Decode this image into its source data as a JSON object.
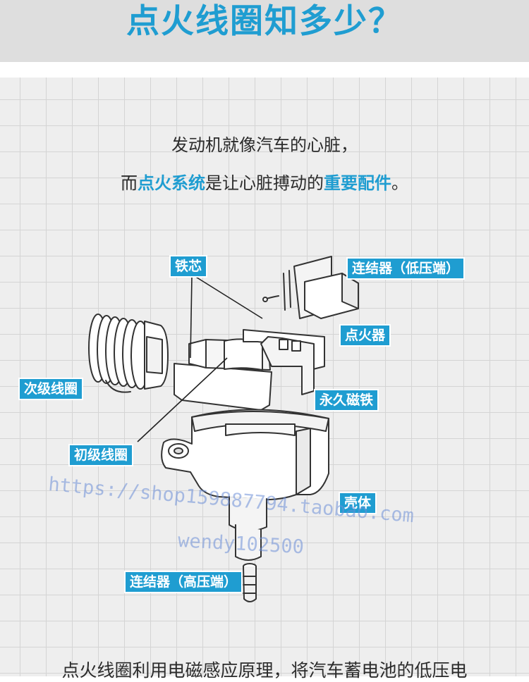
{
  "header": {
    "title": "点火线圈知多少？"
  },
  "intro": {
    "line1": "发动机就像汽车的心脏，",
    "line2_prefix": "而",
    "line2_highlight1": "点火系统",
    "line2_middle": "是让心脏搏动的",
    "line2_highlight2": "重要配件",
    "line2_suffix": "。"
  },
  "labels": {
    "iron_core": "铁芯",
    "connector_low": "连结器（低压端）",
    "igniter": "点火器",
    "secondary_coil": "次级线圈",
    "permanent_magnet": "永久磁铁",
    "primary_coil": "初级线圈",
    "housing": "壳体",
    "connector_high": "连结器（高压端）"
  },
  "watermark": {
    "url": "https://shop159887794.taobao.com",
    "user": "wendy102500"
  },
  "bottom_text": "点火线圈利用电磁感应原理，将汽车蓄电池的低压电",
  "colors": {
    "accent": "#1f9dd1",
    "grid": "#d4d4d4"
  }
}
